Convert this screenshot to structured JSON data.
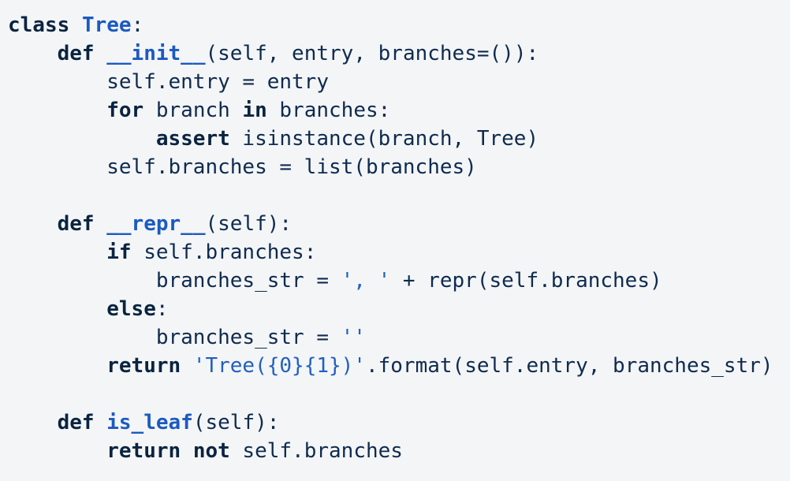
{
  "colors": {
    "background": "#f4f5f6",
    "plain": "#0e2b4f",
    "keyword": "#092440",
    "name": "#1b5ac1",
    "string": "#2160c0"
  },
  "code": {
    "language": "python",
    "lines": [
      {
        "tokens": [
          {
            "t": "class",
            "c": "kw"
          },
          {
            "t": " ",
            "c": "pl"
          },
          {
            "t": "Tree",
            "c": "nm"
          },
          {
            "t": ":",
            "c": "pl"
          }
        ]
      },
      {
        "tokens": [
          {
            "t": "    ",
            "c": "pl"
          },
          {
            "t": "def",
            "c": "kw"
          },
          {
            "t": " ",
            "c": "pl"
          },
          {
            "t": "__init__",
            "c": "nm"
          },
          {
            "t": "(self, entry, branches=()):",
            "c": "pl"
          }
        ]
      },
      {
        "tokens": [
          {
            "t": "        self.entry = entry",
            "c": "pl"
          }
        ]
      },
      {
        "tokens": [
          {
            "t": "        ",
            "c": "pl"
          },
          {
            "t": "for",
            "c": "kw"
          },
          {
            "t": " branch ",
            "c": "pl"
          },
          {
            "t": "in",
            "c": "kw"
          },
          {
            "t": " branches:",
            "c": "pl"
          }
        ]
      },
      {
        "tokens": [
          {
            "t": "            ",
            "c": "pl"
          },
          {
            "t": "assert",
            "c": "kw"
          },
          {
            "t": " isinstance(branch, Tree)",
            "c": "pl"
          }
        ]
      },
      {
        "tokens": [
          {
            "t": "        self.branches = list(branches)",
            "c": "pl"
          }
        ]
      },
      {
        "tokens": []
      },
      {
        "tokens": [
          {
            "t": "    ",
            "c": "pl"
          },
          {
            "t": "def",
            "c": "kw"
          },
          {
            "t": " ",
            "c": "pl"
          },
          {
            "t": "__repr__",
            "c": "nm"
          },
          {
            "t": "(self):",
            "c": "pl"
          }
        ]
      },
      {
        "tokens": [
          {
            "t": "        ",
            "c": "pl"
          },
          {
            "t": "if",
            "c": "kw"
          },
          {
            "t": " self.branches:",
            "c": "pl"
          }
        ]
      },
      {
        "tokens": [
          {
            "t": "            branches_str = ",
            "c": "pl"
          },
          {
            "t": "', '",
            "c": "st"
          },
          {
            "t": " + repr(self.branches)",
            "c": "pl"
          }
        ]
      },
      {
        "tokens": [
          {
            "t": "        ",
            "c": "pl"
          },
          {
            "t": "else",
            "c": "kw"
          },
          {
            "t": ":",
            "c": "pl"
          }
        ]
      },
      {
        "tokens": [
          {
            "t": "            branches_str = ",
            "c": "pl"
          },
          {
            "t": "''",
            "c": "st"
          }
        ]
      },
      {
        "tokens": [
          {
            "t": "        ",
            "c": "pl"
          },
          {
            "t": "return",
            "c": "kw"
          },
          {
            "t": " ",
            "c": "pl"
          },
          {
            "t": "'Tree({0}{1})'",
            "c": "st"
          },
          {
            "t": ".format(self.entry, branches_str)",
            "c": "pl"
          }
        ]
      },
      {
        "tokens": []
      },
      {
        "tokens": [
          {
            "t": "    ",
            "c": "pl"
          },
          {
            "t": "def",
            "c": "kw"
          },
          {
            "t": " ",
            "c": "pl"
          },
          {
            "t": "is_leaf",
            "c": "nm"
          },
          {
            "t": "(self):",
            "c": "pl"
          }
        ]
      },
      {
        "tokens": [
          {
            "t": "        ",
            "c": "pl"
          },
          {
            "t": "return",
            "c": "kw"
          },
          {
            "t": " ",
            "c": "pl"
          },
          {
            "t": "not",
            "c": "kw"
          },
          {
            "t": " self.branches",
            "c": "pl"
          }
        ]
      }
    ]
  }
}
